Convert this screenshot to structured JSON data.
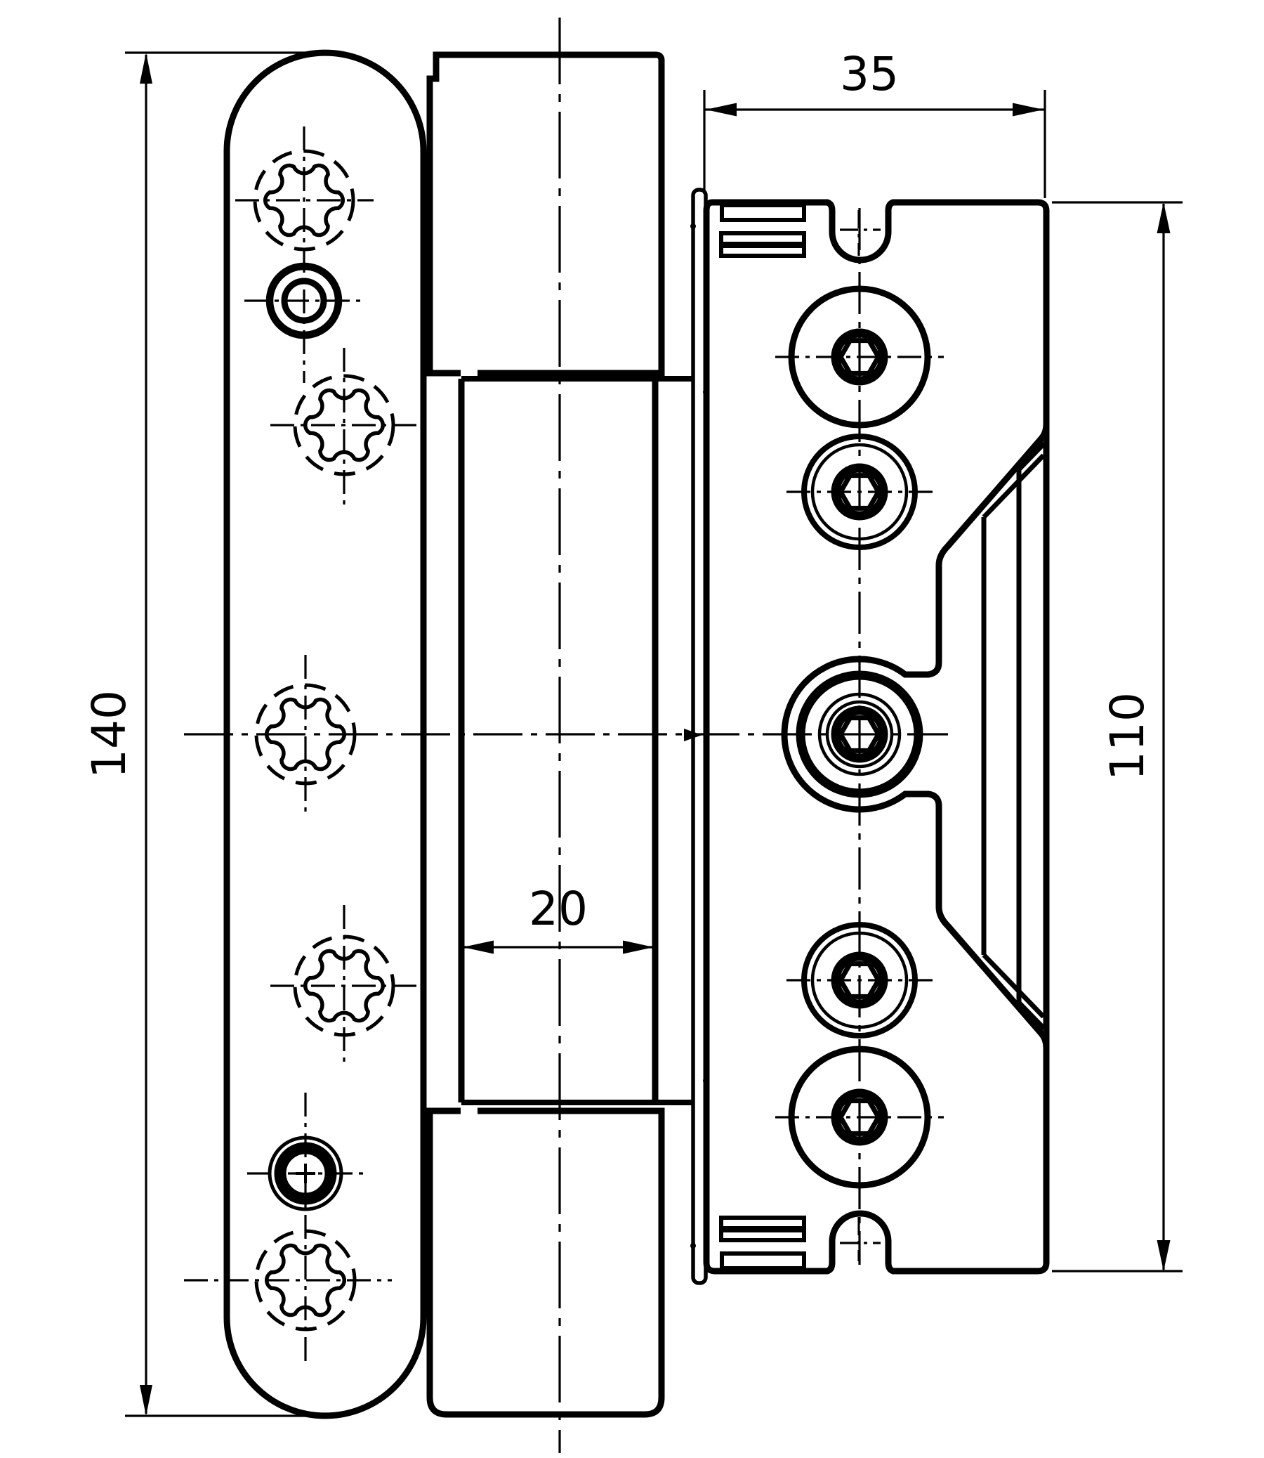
{
  "colors": {
    "ink": "#000000",
    "paper": "#ffffff"
  },
  "dimensions": {
    "leaf_height": "140",
    "barrel_width": "20",
    "body_depth": "35",
    "body_height": "110"
  }
}
